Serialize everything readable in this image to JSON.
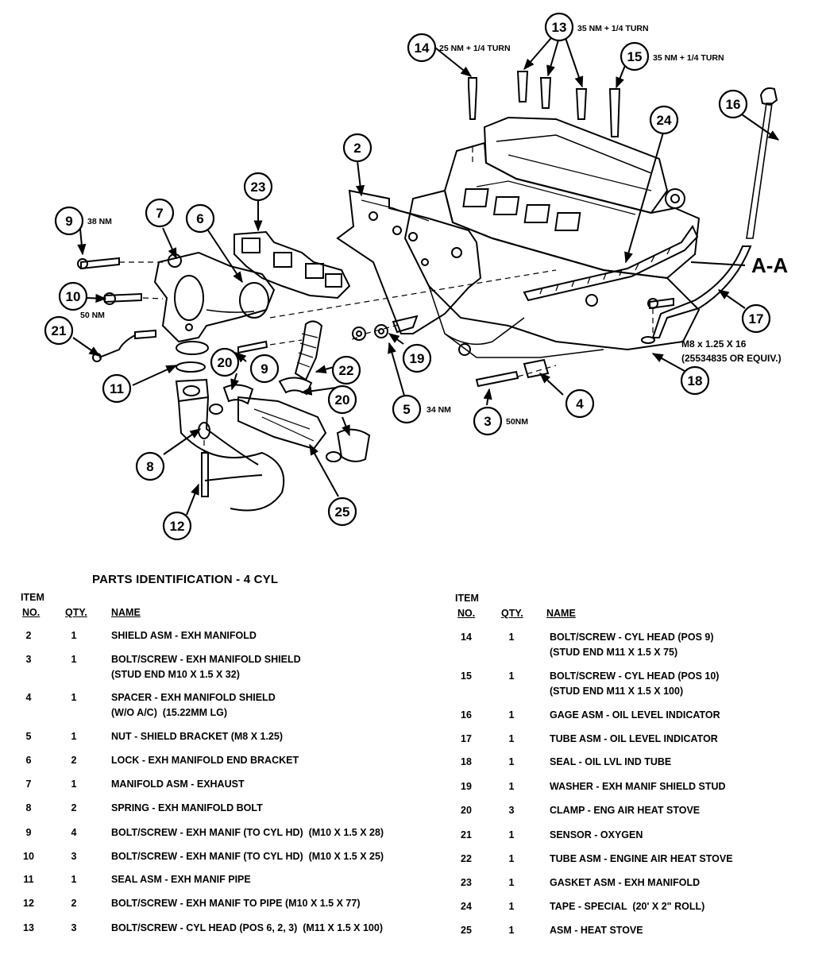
{
  "callouts": {
    "c2": "2",
    "c3": "3",
    "c4": "4",
    "c5": "5",
    "c6": "6",
    "c7": "7",
    "c8": "8",
    "c9a": "9",
    "c9b": "9",
    "c10": "10",
    "c11": "11",
    "c12": "12",
    "c13": "13",
    "c14": "14",
    "c15": "15",
    "c16": "16",
    "c17": "17",
    "c18": "18",
    "c19": "19",
    "c20a": "20",
    "c20b": "20",
    "c21": "21",
    "c22": "22",
    "c23": "23",
    "c24": "24",
    "c25": "25"
  },
  "notes": {
    "torque14": "25 NM + 1/4 TURN",
    "torque13": "35 NM + 1/4 TURN",
    "torque15": "35 NM + 1/4 TURN",
    "torque9": "38 NM",
    "torque10": "50 NM",
    "torque5": "34 NM",
    "torque3": "50NM",
    "section": "A-A",
    "m8_line1": "M8 x 1.25 X 16",
    "m8_line2": "(25534835  OR  EQUIV.)"
  },
  "parts": {
    "title": "PARTS IDENTIFICATION - 4 CYL",
    "header": {
      "item": "ITEM",
      "no": "NO.",
      "qty": "QTY.",
      "name": "NAME"
    },
    "left": [
      {
        "no": "2",
        "qty": "1",
        "name": "SHIELD ASM - EXH MANIFOLD"
      },
      {
        "no": "3",
        "qty": "1",
        "name": "BOLT/SCREW - EXH MANIFOLD SHIELD",
        "name2": "(STUD END M10 X 1.5 X 32)"
      },
      {
        "no": "4",
        "qty": "1",
        "name": "SPACER - EXH MANIFOLD SHIELD",
        "name2": "(W/O A/C)  (15.22MM LG)"
      },
      {
        "no": "5",
        "qty": "1",
        "name": "NUT - SHIELD BRACKET (M8 X 1.25)"
      },
      {
        "no": "6",
        "qty": "2",
        "name": "LOCK - EXH MANIFOLD END BRACKET"
      },
      {
        "no": "7",
        "qty": "1",
        "name": "MANIFOLD ASM - EXHAUST"
      },
      {
        "no": "8",
        "qty": "2",
        "name": "SPRING - EXH MANIFOLD BOLT"
      },
      {
        "no": "9",
        "qty": "4",
        "name": "BOLT/SCREW - EXH MANIF (TO CYL HD)  (M10 X 1.5 X 28)"
      },
      {
        "no": "10",
        "qty": "3",
        "name": "BOLT/SCREW - EXH MANIF (TO CYL HD)  (M10 X 1.5 X 25)"
      },
      {
        "no": "11",
        "qty": "1",
        "name": "SEAL ASM - EXH MANIF PIPE"
      },
      {
        "no": "12",
        "qty": "2",
        "name": "BOLT/SCREW - EXH MANIF TO PIPE (M10 X 1.5 X 77)"
      },
      {
        "no": "13",
        "qty": "3",
        "name": "BOLT/SCREW - CYL HEAD (POS 6, 2, 3)  (M11 X 1.5 X 100)"
      }
    ],
    "right": [
      {
        "no": "14",
        "qty": "1",
        "name": "BOLT/SCREW - CYL HEAD (POS 9)",
        "name2": "(STUD END M11 X 1.5 X 75)"
      },
      {
        "no": "15",
        "qty": "1",
        "name": "BOLT/SCREW - CYL HEAD (POS 10)",
        "name2": "(STUD END M11 X 1.5 X 100)"
      },
      {
        "no": "16",
        "qty": "1",
        "name": "GAGE ASM - OIL LEVEL INDICATOR"
      },
      {
        "no": "17",
        "qty": "1",
        "name": "TUBE ASM - OIL LEVEL INDICATOR"
      },
      {
        "no": "18",
        "qty": "1",
        "name": "SEAL - OIL LVL IND TUBE"
      },
      {
        "no": "19",
        "qty": "1",
        "name": "WASHER - EXH MANIF SHIELD STUD"
      },
      {
        "no": "20",
        "qty": "3",
        "name": "CLAMP - ENG AIR HEAT STOVE"
      },
      {
        "no": "21",
        "qty": "1",
        "name": "SENSOR - OXYGEN"
      },
      {
        "no": "22",
        "qty": "1",
        "name": "TUBE ASM - ENGINE AIR HEAT STOVE"
      },
      {
        "no": "23",
        "qty": "1",
        "name": "GASKET ASM - EXH MANIFOLD"
      },
      {
        "no": "24",
        "qty": "1",
        "name": "TAPE - SPECIAL  (20' X 2\" ROLL)"
      },
      {
        "no": "25",
        "qty": "1",
        "name": "ASM - HEAT STOVE"
      }
    ]
  }
}
